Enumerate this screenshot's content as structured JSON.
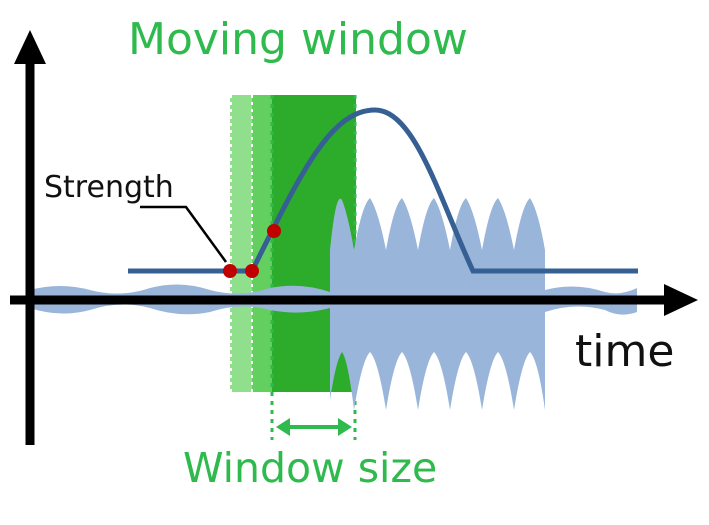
{
  "title": "Moving window",
  "strength_label": "Strength",
  "time_label": "time",
  "window_size_label": "Window size",
  "colors": {
    "green_text": "#2fba4d",
    "window_dark": "#2dab2b",
    "window_light": "#7dd87a",
    "signal_fill": "#9ab5da",
    "strength_curve": "#365f94",
    "points": "#c00000",
    "axes": "#000000"
  }
}
